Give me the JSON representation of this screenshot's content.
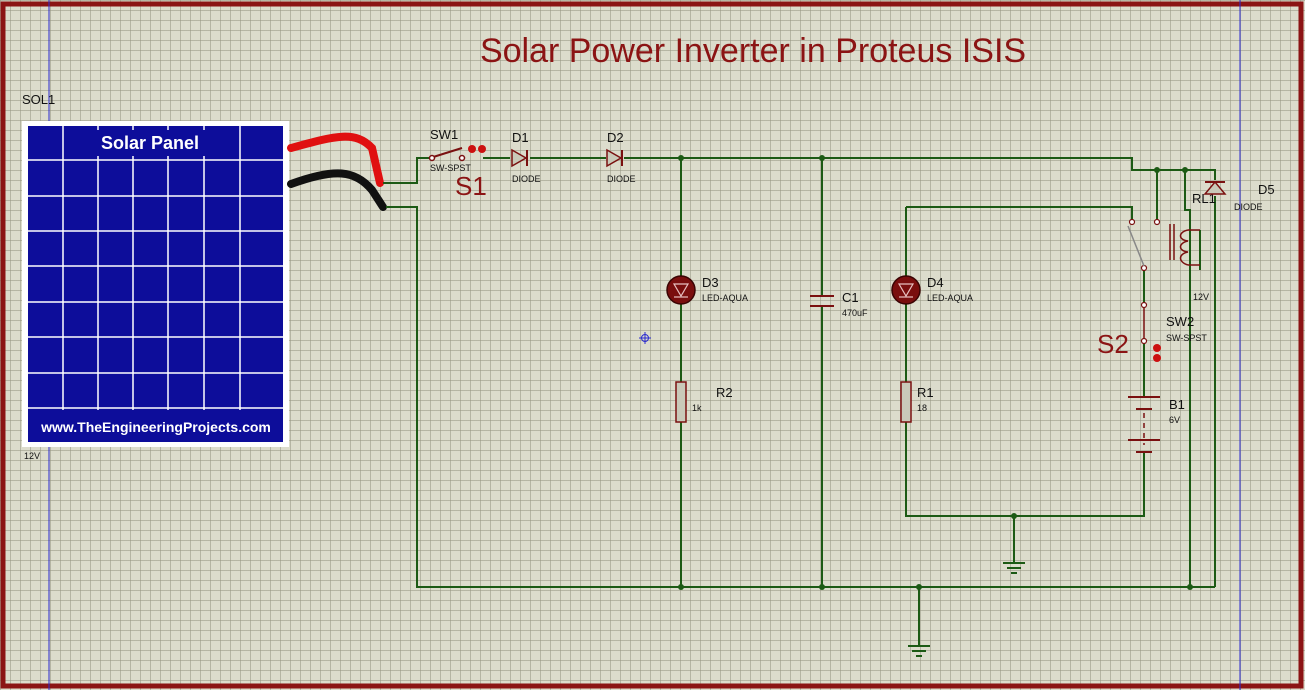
{
  "title": "Solar Power Inverter in Proteus ISIS",
  "solar_panel": {
    "ref": "SOL1",
    "label": "Solar Panel",
    "website": "www.TheEngineeringProjects.com",
    "value": "12V"
  },
  "components": {
    "sw1": {
      "ref": "SW1",
      "type": "SW-SPST",
      "alias": "S1"
    },
    "d1": {
      "ref": "D1",
      "type": "DIODE"
    },
    "d2": {
      "ref": "D2",
      "type": "DIODE"
    },
    "d3": {
      "ref": "D3",
      "type": "LED-AQUA"
    },
    "r2": {
      "ref": "R2",
      "value": "1k"
    },
    "c1": {
      "ref": "C1",
      "value": "470uF"
    },
    "d4": {
      "ref": "D4",
      "type": "LED-AQUA"
    },
    "r1": {
      "ref": "R1",
      "value": "18"
    },
    "rl1": {
      "ref": "RL1",
      "value": "12V"
    },
    "d5": {
      "ref": "D5",
      "type": "DIODE"
    },
    "sw2": {
      "ref": "SW2",
      "type": "SW-SPST",
      "alias": "S2"
    },
    "b1": {
      "ref": "B1",
      "value": "6V"
    }
  },
  "colors": {
    "sheet_border": "#8b1414",
    "wire": "#1c5a14",
    "component": "#7a1010",
    "panel_fill": "#0d0d9a",
    "led": "#7a0e0e",
    "background": "#dcdccc"
  }
}
